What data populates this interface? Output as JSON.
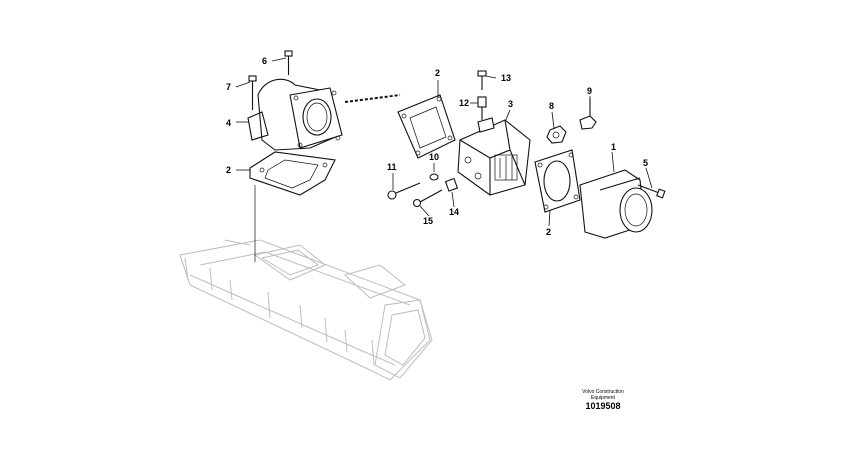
{
  "callouts": {
    "c1": "1",
    "c2a": "2",
    "c2b": "2",
    "c2c": "2",
    "c3": "3",
    "c4": "4",
    "c5": "5",
    "c6": "6",
    "c7": "7",
    "c8": "8",
    "c9": "9",
    "c10": "10",
    "c11": "11",
    "c12": "12",
    "c13": "13",
    "c14": "14",
    "c15": "15"
  },
  "footer": {
    "brand_line1": "Volvo Construction",
    "brand_line2": "Equipment",
    "drawing_number": "1019508"
  }
}
